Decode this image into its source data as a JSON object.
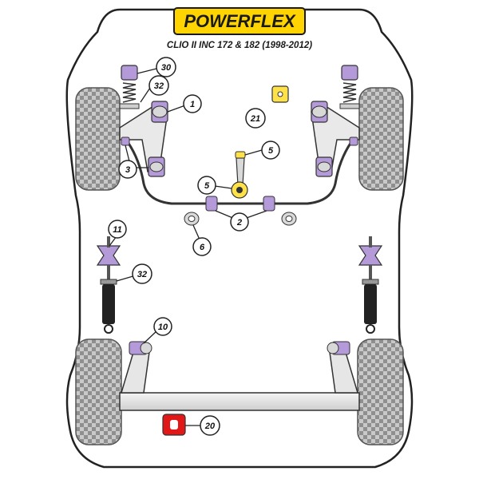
{
  "brand": {
    "name": "POWERFLEX",
    "model": "CLIO II INC 172 & 182 (1998-2012)",
    "badge_color": "#ffd400",
    "text_color": "#1a1a1a"
  },
  "colors": {
    "body_outline": "#222222",
    "body_fill": "#ffffff",
    "tyre": "#b8b8b8",
    "arm": "#e6e6e6",
    "bush_purple": "#b49ad8",
    "bush_yellow": "#ffe24a",
    "bush_red": "#e01818",
    "callout_fill": "#ffffff"
  },
  "callouts": [
    {
      "id": "30",
      "label": "30"
    },
    {
      "id": "32a",
      "label": "32"
    },
    {
      "id": "1",
      "label": "1"
    },
    {
      "id": "3",
      "label": "3"
    },
    {
      "id": "21",
      "label": "21"
    },
    {
      "id": "5a",
      "label": "5"
    },
    {
      "id": "5b",
      "label": "5"
    },
    {
      "id": "2",
      "label": "2"
    },
    {
      "id": "6",
      "label": "6"
    },
    {
      "id": "11",
      "label": "11"
    },
    {
      "id": "32b",
      "label": "32"
    },
    {
      "id": "10",
      "label": "10"
    },
    {
      "id": "20",
      "label": "20"
    }
  ]
}
